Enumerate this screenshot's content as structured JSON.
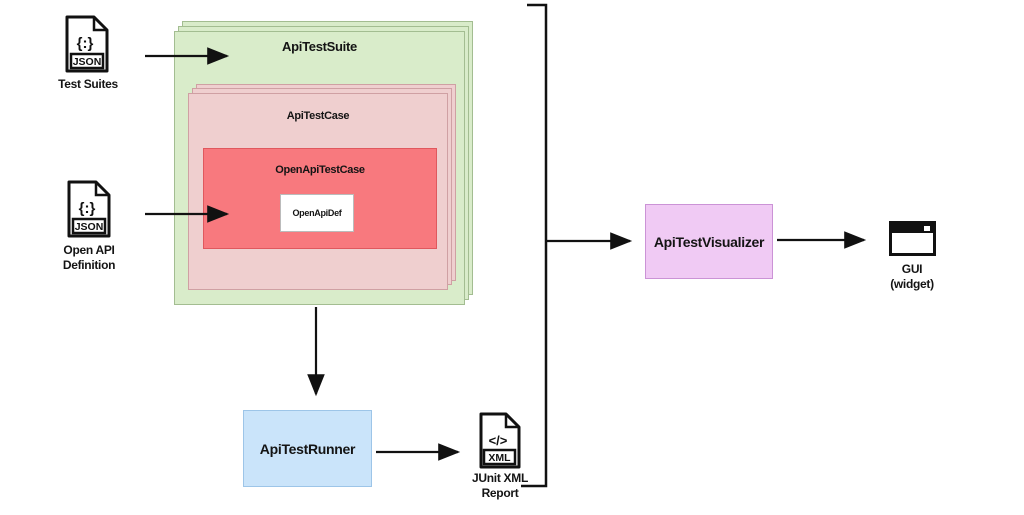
{
  "colors": {
    "suite_fill": "#d9ecca",
    "suite_border": "#a3bd91",
    "case_fill": "#efcfcf",
    "case_border": "#cfa0a3",
    "openapi_case_fill": "#f8797e",
    "openapi_case_border": "#e0585e",
    "def_fill": "#ffffff",
    "def_border": "#bbbbbb",
    "runner_fill": "#cae4fa",
    "runner_border": "#9dc5e8",
    "visualizer_fill": "#f0caf4",
    "visualizer_border": "#cb93d6",
    "line": "#111111"
  },
  "inputs": {
    "test_suites": {
      "label": "Test Suites",
      "file_glyph": "{:}",
      "file_type": "JSON"
    },
    "open_api_definition": {
      "label_line1": "Open API",
      "label_line2": "Definition",
      "file_glyph": "{:}",
      "file_type": "JSON"
    }
  },
  "stack": {
    "suite_label": "ApiTestSuite",
    "case_label": "ApiTestCase",
    "open_api_case_label": "OpenApiTestCase",
    "open_api_def_label": "OpenApiDef"
  },
  "runner": {
    "label": "ApiTestRunner"
  },
  "report": {
    "label_line1": "JUnit XML",
    "label_line2": "Report",
    "file_glyph": "</>",
    "file_type": "XML"
  },
  "visualizer": {
    "label": "ApiTestVisualizer"
  },
  "gui": {
    "label_line1": "GUI",
    "label_line2": "(widget)"
  }
}
